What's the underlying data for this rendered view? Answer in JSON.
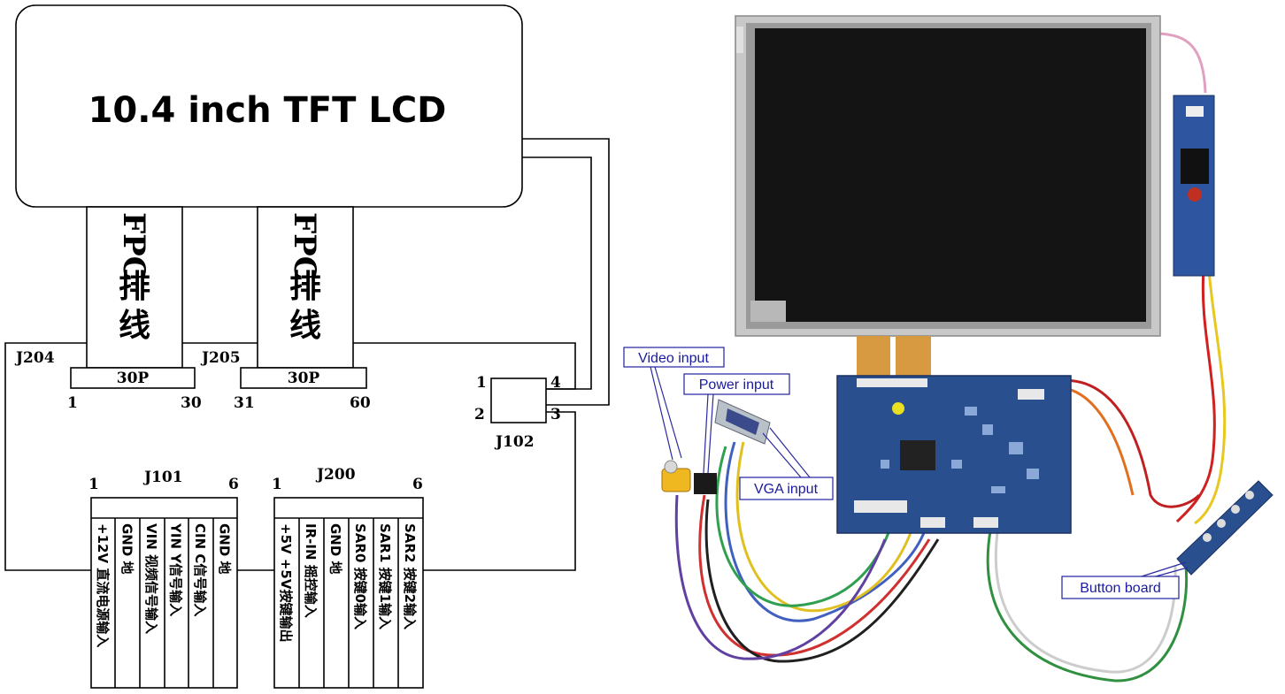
{
  "lcd": {
    "title": "10.4 inch TFT LCD"
  },
  "fpc_left": {
    "label": "FPC排线",
    "connector": "J204",
    "pins": "30P",
    "pin_start": "1",
    "pin_end": "30"
  },
  "fpc_right": {
    "label": "FPC排线",
    "connector": "J205",
    "pins": "30P",
    "pin_start": "31",
    "pin_end": "60"
  },
  "j102": {
    "name": "J102",
    "pins": [
      "1",
      "2",
      "3",
      "4"
    ]
  },
  "j101": {
    "name": "J101",
    "pin_first": "1",
    "pin_last": "6",
    "columns": [
      "+12V 直流电源输入",
      "GND 地",
      "VIN 视频信号输入",
      "YIN Y信号输入",
      "CIN C信号输入",
      "GND 地"
    ]
  },
  "j200": {
    "name": "J200",
    "pin_first": "1",
    "pin_last": "6",
    "columns": [
      "+5V +5V按键输出",
      "IR-IN 摇控输入",
      "GND 地",
      "SAR0 按键0输入",
      "SAR1 按键1输入",
      "SAR2 按键2输入"
    ]
  },
  "callouts": {
    "video": "Video input",
    "power": "Power input",
    "vga": "VGA input",
    "button": "Button board"
  },
  "colors": {
    "line": "#000000",
    "callout_border": "#2020a0",
    "callout_text": "#1a1aa0",
    "panel": "#111111"
  }
}
